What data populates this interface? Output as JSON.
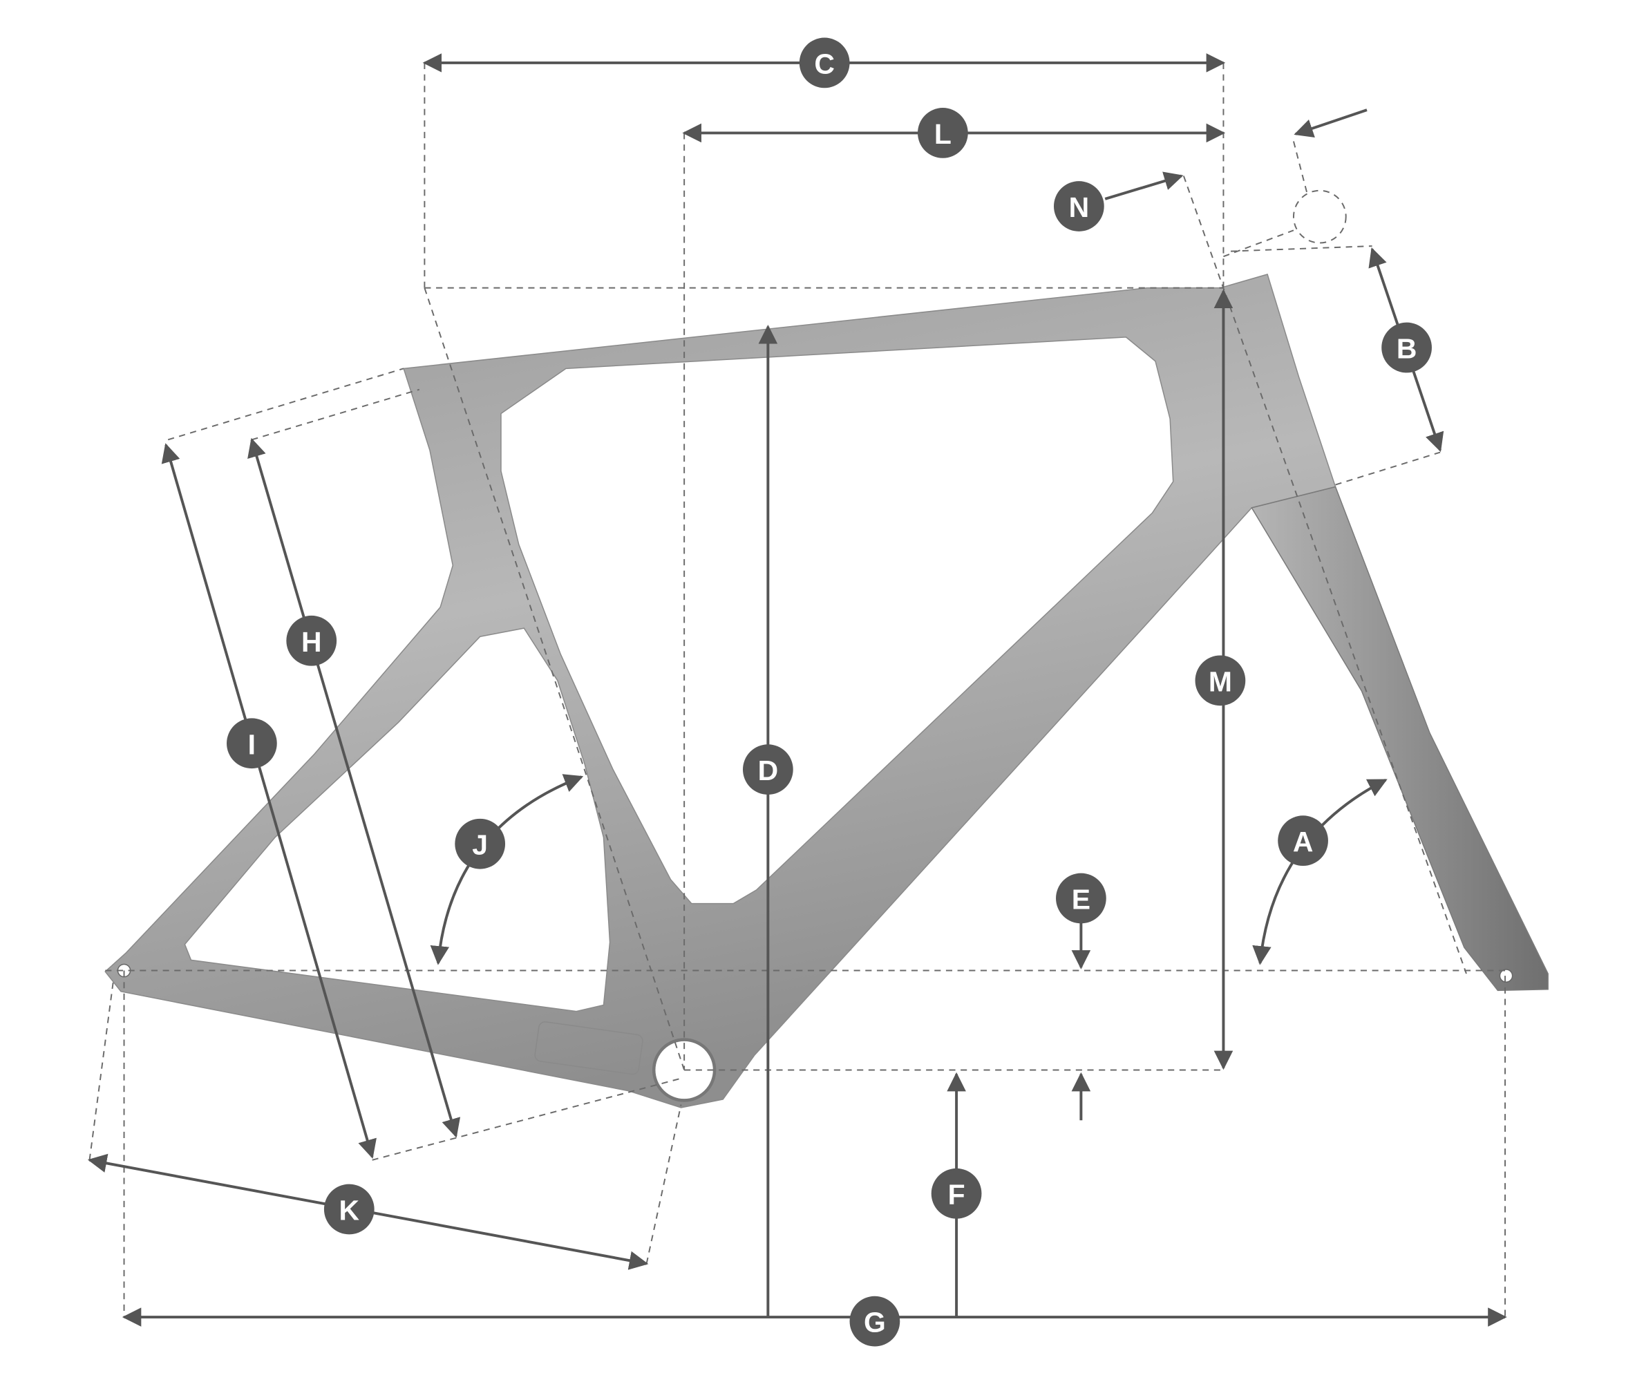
{
  "colors": {
    "frame": "#a9a9a9",
    "frame_dark": "#7d7d7d",
    "label_bg": "#575757",
    "dimension_line": "#555555"
  },
  "labels": {
    "A": "A",
    "B": "B",
    "C": "C",
    "D": "D",
    "E": "E",
    "F": "F",
    "G": "G",
    "H": "H",
    "I": "I",
    "J": "J",
    "K": "K",
    "L": "L",
    "M": "M",
    "N": "N"
  }
}
